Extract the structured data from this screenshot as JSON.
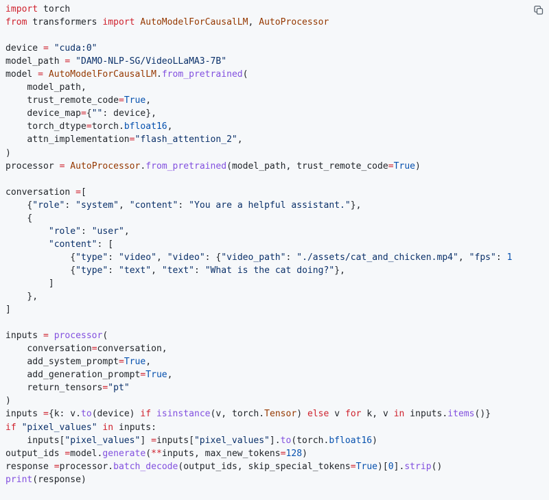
{
  "copy_button": {
    "icon": "copy-icon"
  },
  "code": {
    "language": "python",
    "lines": [
      [
        [
          "kw",
          "import"
        ],
        [
          "",
          "torch"
        ]
      ],
      [
        [
          "kw",
          "from"
        ],
        [
          "",
          "transformers"
        ],
        [
          "kw",
          "import"
        ],
        [
          "cls",
          "AutoModelForCausalLM"
        ],
        [
          "",
          ", "
        ],
        [
          "cls",
          "AutoProcessor"
        ]
      ],
      [],
      [
        [
          "",
          "device "
        ],
        [
          "op",
          "="
        ],
        [
          "",
          ""
        ],
        [
          "str",
          "\"cuda:0\""
        ]
      ],
      [
        [
          "",
          "model_path "
        ],
        [
          "op",
          "="
        ],
        [
          "",
          ""
        ],
        [
          "str",
          "\"DAMO-NLP-SG/VideoLLaMA3-7B\""
        ]
      ],
      [
        [
          "",
          "model "
        ],
        [
          "op",
          "="
        ],
        [
          "",
          ""
        ],
        [
          "cls",
          "AutoModelForCausalLM"
        ],
        [
          "",
          "."
        ],
        [
          "fn",
          "from_pretrained"
        ],
        [
          "",
          "("
        ]
      ],
      [
        [
          "",
          "    model_path,"
        ]
      ],
      [
        [
          "",
          "    trust_remote_code"
        ],
        [
          "op",
          "="
        ],
        [
          "num",
          "True"
        ],
        [
          "",
          ","
        ]
      ],
      [
        [
          "",
          "    device_map"
        ],
        [
          "op",
          "="
        ],
        [
          "",
          "{"
        ],
        [
          "str",
          "\"\""
        ],
        [
          "",
          ": device},"
        ]
      ],
      [
        [
          "",
          "    torch_dtype"
        ],
        [
          "op",
          "="
        ],
        [
          "",
          "torch."
        ],
        [
          "attr",
          "bfloat16"
        ],
        [
          "",
          ","
        ]
      ],
      [
        [
          "",
          "    attn_implementation"
        ],
        [
          "op",
          "="
        ],
        [
          "str",
          "\"flash_attention_2\""
        ],
        [
          "",
          ","
        ]
      ],
      [
        [
          "",
          ")"
        ]
      ],
      [
        [
          "",
          "processor "
        ],
        [
          "op",
          "="
        ],
        [
          "",
          ""
        ],
        [
          "cls",
          "AutoProcessor"
        ],
        [
          "",
          "."
        ],
        [
          "fn",
          "from_pretrained"
        ],
        [
          "",
          "(model_path, trust_remote_code"
        ],
        [
          "op",
          "="
        ],
        [
          "num",
          "True"
        ],
        [
          "",
          ")"
        ]
      ],
      [],
      [
        [
          "",
          "conversation "
        ],
        [
          "op",
          "="
        ],
        [
          "",
          "["
        ]
      ],
      [
        [
          "",
          "    {"
        ],
        [
          "str",
          "\"role\""
        ],
        [
          "",
          ": "
        ],
        [
          "str",
          "\"system\""
        ],
        [
          "",
          ", "
        ],
        [
          "str",
          "\"content\""
        ],
        [
          "",
          ": "
        ],
        [
          "str",
          "\"You are a helpful assistant.\""
        ],
        [
          "",
          "},"
        ]
      ],
      [
        [
          "",
          "    {"
        ]
      ],
      [
        [
          "",
          "        "
        ],
        [
          "str",
          "\"role\""
        ],
        [
          "",
          ": "
        ],
        [
          "str",
          "\"user\""
        ],
        [
          "",
          ","
        ]
      ],
      [
        [
          "",
          "        "
        ],
        [
          "str",
          "\"content\""
        ],
        [
          "",
          ": ["
        ]
      ],
      [
        [
          "",
          "            {"
        ],
        [
          "str",
          "\"type\""
        ],
        [
          "",
          ": "
        ],
        [
          "str",
          "\"video\""
        ],
        [
          "",
          ", "
        ],
        [
          "str",
          "\"video\""
        ],
        [
          "",
          ": {"
        ],
        [
          "str",
          "\"video_path\""
        ],
        [
          "",
          ": "
        ],
        [
          "str",
          "\"./assets/cat_and_chicken.mp4\""
        ],
        [
          "",
          ", "
        ],
        [
          "str",
          "\"fps\""
        ],
        [
          "",
          ": "
        ],
        [
          "num",
          "1"
        ]
      ],
      [
        [
          "",
          "            {"
        ],
        [
          "str",
          "\"type\""
        ],
        [
          "",
          ": "
        ],
        [
          "str",
          "\"text\""
        ],
        [
          "",
          ", "
        ],
        [
          "str",
          "\"text\""
        ],
        [
          "",
          ": "
        ],
        [
          "str",
          "\"What is the cat doing?\""
        ],
        [
          "",
          "},"
        ]
      ],
      [
        [
          "",
          "        ]"
        ]
      ],
      [
        [
          "",
          "    },"
        ]
      ],
      [
        [
          "",
          "]"
        ]
      ],
      [],
      [
        [
          "",
          "inputs "
        ],
        [
          "op",
          "="
        ],
        [
          "",
          ""
        ],
        [
          "fn",
          "processor"
        ],
        [
          "",
          "("
        ]
      ],
      [
        [
          "",
          "    conversation"
        ],
        [
          "op",
          "="
        ],
        [
          "",
          "conversation,"
        ]
      ],
      [
        [
          "",
          "    add_system_prompt"
        ],
        [
          "op",
          "="
        ],
        [
          "num",
          "True"
        ],
        [
          "",
          ","
        ]
      ],
      [
        [
          "",
          "    add_generation_prompt"
        ],
        [
          "op",
          "="
        ],
        [
          "num",
          "True"
        ],
        [
          "",
          ","
        ]
      ],
      [
        [
          "",
          "    return_tensors"
        ],
        [
          "op",
          "="
        ],
        [
          "str",
          "\"pt\""
        ]
      ],
      [
        [
          "",
          ")"
        ]
      ],
      [
        [
          "",
          "inputs "
        ],
        [
          "op",
          "="
        ],
        [
          "",
          "{k: v."
        ],
        [
          "fn",
          "to"
        ],
        [
          "",
          "(device) "
        ],
        [
          "kw",
          "if"
        ],
        [
          "",
          ""
        ],
        [
          "fn",
          "isinstance"
        ],
        [
          "",
          "(v, torch."
        ],
        [
          "cls",
          "Tensor"
        ],
        [
          "",
          ") "
        ],
        [
          "kw",
          "else"
        ],
        [
          "",
          " v "
        ],
        [
          "kw",
          "for"
        ],
        [
          "",
          " k, v "
        ],
        [
          "kw",
          "in"
        ],
        [
          "",
          ""
        ],
        [
          "",
          "inputs."
        ],
        [
          "fn",
          "items"
        ],
        [
          "",
          "()}"
        ]
      ],
      [
        [
          "kw",
          "if"
        ],
        [
          "",
          ""
        ],
        [
          "str",
          "\"pixel_values\""
        ],
        [
          "",
          ""
        ],
        [
          "kw",
          "in"
        ],
        [
          "",
          "inputs:"
        ]
      ],
      [
        [
          "",
          "    inputs["
        ],
        [
          "str",
          "\"pixel_values\""
        ],
        [
          "",
          "] "
        ],
        [
          "op",
          "="
        ],
        [
          "",
          "inputs["
        ],
        [
          "str",
          "\"pixel_values\""
        ],
        [
          "",
          "]."
        ],
        [
          "fn",
          "to"
        ],
        [
          "",
          "(torch."
        ],
        [
          "attr",
          "bfloat16"
        ],
        [
          "",
          ")"
        ]
      ],
      [
        [
          "",
          "output_ids "
        ],
        [
          "op",
          "="
        ],
        [
          "",
          "model."
        ],
        [
          "fn",
          "generate"
        ],
        [
          "",
          "("
        ],
        [
          "op",
          "**"
        ],
        [
          "",
          "inputs, max_new_tokens"
        ],
        [
          "op",
          "="
        ],
        [
          "num",
          "128"
        ],
        [
          "",
          ")"
        ]
      ],
      [
        [
          "",
          "response "
        ],
        [
          "op",
          "="
        ],
        [
          "",
          "processor."
        ],
        [
          "fn",
          "batch_decode"
        ],
        [
          "",
          "(output_ids, skip_special_tokens"
        ],
        [
          "op",
          "="
        ],
        [
          "num",
          "True"
        ],
        [
          "",
          ")["
        ],
        [
          "num",
          "0"
        ],
        [
          "",
          "]."
        ],
        [
          "fn",
          "strip"
        ],
        [
          "",
          "()"
        ]
      ],
      [
        [
          "fn",
          "print"
        ],
        [
          "",
          "(response)"
        ]
      ]
    ]
  }
}
